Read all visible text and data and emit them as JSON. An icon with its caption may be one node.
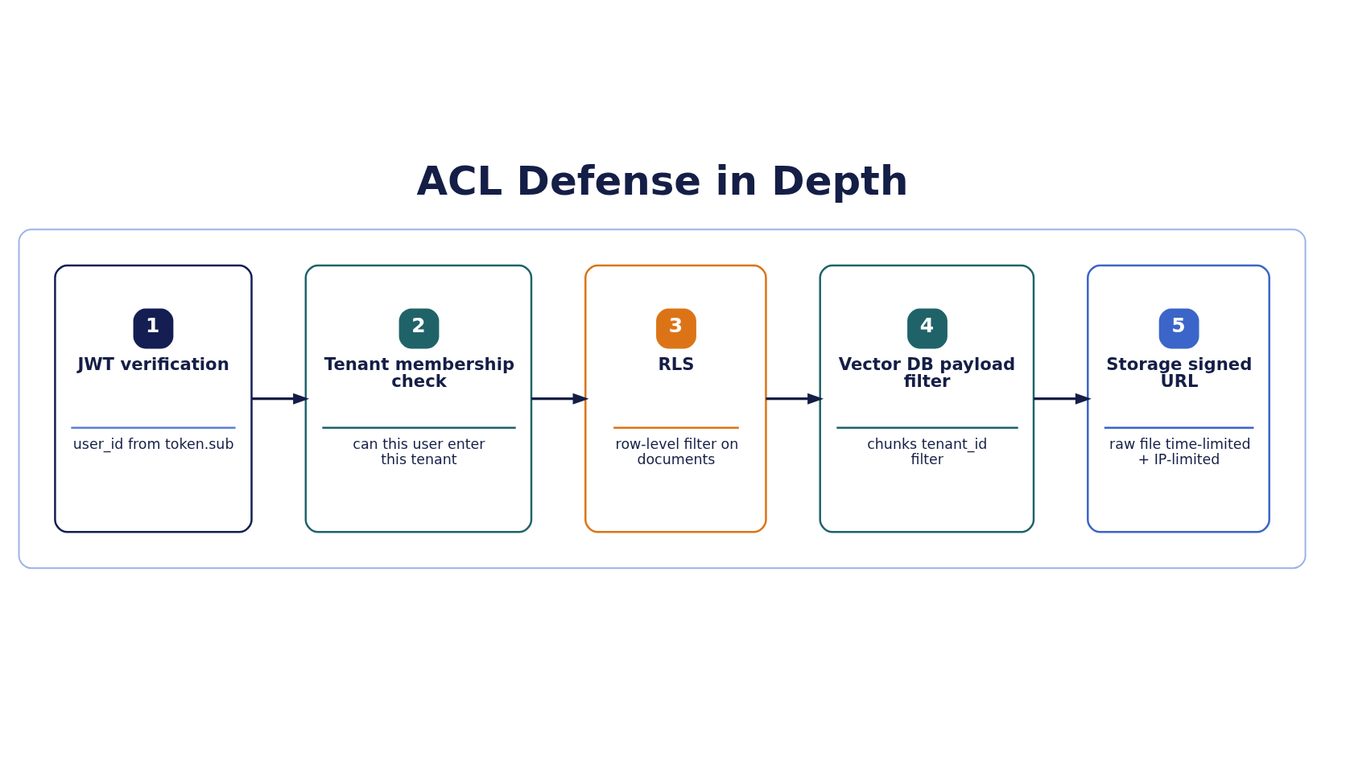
{
  "diagram": {
    "title": "ACL Defense in Depth",
    "nodes": [
      {
        "text": [],
        "shape": "box"
      },
      {
        "text": [
          "1",
          "JWT verification",
          "user_id from token.sub"
        ],
        "in": 0
      },
      {
        "text": [
          "2",
          "Tenant membership check",
          "can this user enter this tenant"
        ],
        "in": 0
      },
      {
        "text": [
          "3",
          "RLS",
          "row-level filter on documents"
        ],
        "in": 0
      },
      {
        "text": [
          "4",
          "Vector DB payload filter",
          "chunks tenant_id filter"
        ],
        "in": 0
      },
      {
        "text": [
          "5",
          "Storage signed URL",
          "raw file time-limited + IP-limited"
        ],
        "in": 0
      }
    ],
    "edges": [
      {
        "from": 1,
        "to": 2,
        "arrow": "to"
      },
      {
        "from": 2,
        "to": 3,
        "arrow": "to"
      },
      {
        "from": 3,
        "to": 4,
        "arrow": "to"
      },
      {
        "from": 4,
        "to": 5,
        "arrow": "to"
      }
    ]
  }
}
